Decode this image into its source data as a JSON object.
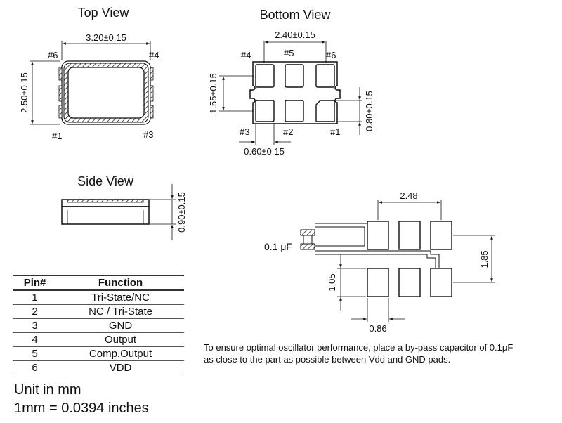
{
  "views": {
    "top_title": "Top View",
    "bottom_title": "Bottom View",
    "side_title": "Side View"
  },
  "top_view": {
    "width_dim": "3.20±0.15",
    "height_dim": "2.50±0.15",
    "pin_tl": "#6",
    "pin_tr": "#4",
    "pin_bl": "#1",
    "pin_br": "#3"
  },
  "bottom_view": {
    "pad_span_dim": "2.40±0.15",
    "row_span_dim": "1.55±0.15",
    "pad_height_dim": "0.80±0.15",
    "pad_width_dim": "0.60±0.15",
    "pins_top": [
      "#4",
      "#5",
      "#6"
    ],
    "pins_bottom": [
      "#3",
      "#2",
      "#1"
    ]
  },
  "side_view": {
    "height_dim": "0.90±0.15"
  },
  "land_pattern": {
    "pad_span": "2.48",
    "row_span": "1.85",
    "pad_height": "1.05",
    "pad_width": "0.86",
    "capacitor_label": "0.1 μF"
  },
  "pin_table": {
    "headers": [
      "Pin#",
      "Function"
    ],
    "rows": [
      [
        "1",
        "Tri-State/NC"
      ],
      [
        "2",
        "NC / Tri-State"
      ],
      [
        "3",
        "GND"
      ],
      [
        "4",
        "Output"
      ],
      [
        "5",
        "Comp.Output"
      ],
      [
        "6",
        "VDD"
      ]
    ]
  },
  "units": {
    "line1": "Unit in mm",
    "line2": "1mm = 0.0394 inches"
  },
  "note": {
    "line1": "To ensure optimal oscillator performance, place a by-pass capacitor of 0.1μF",
    "line2": "as close to the part as possible between Vdd and GND pads."
  }
}
